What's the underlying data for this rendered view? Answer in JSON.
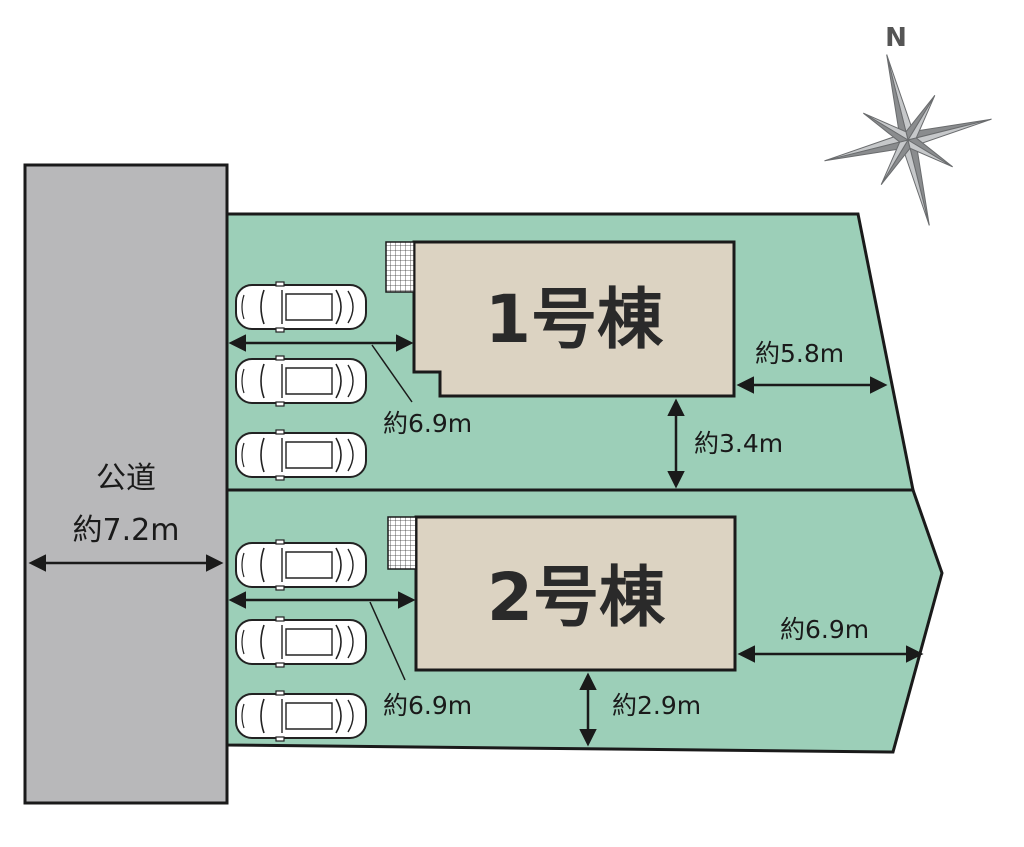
{
  "colors": {
    "road": "#b8b8ba",
    "lot": "#9ccfb8",
    "building": "#dcd3c2",
    "outline": "#1a1a1a",
    "compass": "#8a8c8e"
  },
  "compass": {
    "label": "N"
  },
  "road": {
    "label": "公道",
    "width": "約7.2m"
  },
  "lots": [
    {
      "building_name": "1号棟",
      "parking_spaces": 3,
      "dims": {
        "parking_depth": "約6.9m",
        "east_setback": "約5.8m",
        "south_setback": "約3.4m"
      }
    },
    {
      "building_name": "2号棟",
      "parking_spaces": 3,
      "dims": {
        "parking_depth": "約6.9m",
        "east_setback": "約6.9m",
        "south_setback": "約2.9m"
      }
    }
  ]
}
